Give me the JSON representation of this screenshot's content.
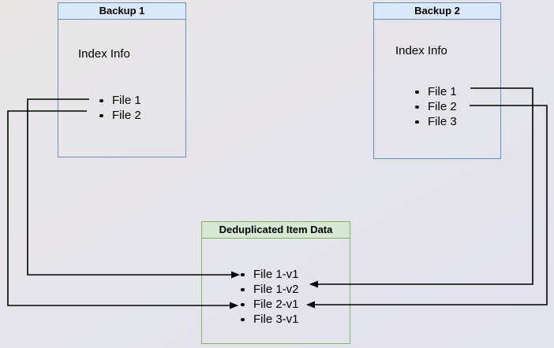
{
  "diagram": {
    "boxes": [
      {
        "id": "backup1",
        "title": "Backup 1",
        "subtitle": "Index Info",
        "files": [
          "File 1",
          "File 2"
        ]
      },
      {
        "id": "backup2",
        "title": "Backup 2",
        "subtitle": "Index Info",
        "files": [
          "File 1",
          "File 2",
          "File 3"
        ]
      },
      {
        "id": "dedup",
        "title": "Deduplicated Item Data",
        "files": [
          "File 1-v1",
          "File 1-v2",
          "File 2-v1",
          "File 3-v1"
        ]
      }
    ],
    "connections": [
      {
        "from": "Backup 1 / File 1",
        "to": "Deduplicated Item Data / File 1-v1"
      },
      {
        "from": "Backup 1 / File 2",
        "to": "Deduplicated Item Data / File 2-v1"
      },
      {
        "from": "Backup 2 / File 1",
        "to": "Deduplicated Item Data / File 1-v2"
      },
      {
        "from": "Backup 2 / File 2",
        "to": "Deduplicated Item Data / File 2-v1"
      }
    ],
    "colors": {
      "background_top": "#e8e6e5",
      "background_bottom": "#e2e2ef",
      "backup_border": "#6c8ebf",
      "backup_header_fill": "#dae8fc",
      "dedup_border": "#82b366",
      "dedup_header_fill": "#d5e8d4",
      "arrow": "#000000",
      "text": "#000000"
    }
  }
}
